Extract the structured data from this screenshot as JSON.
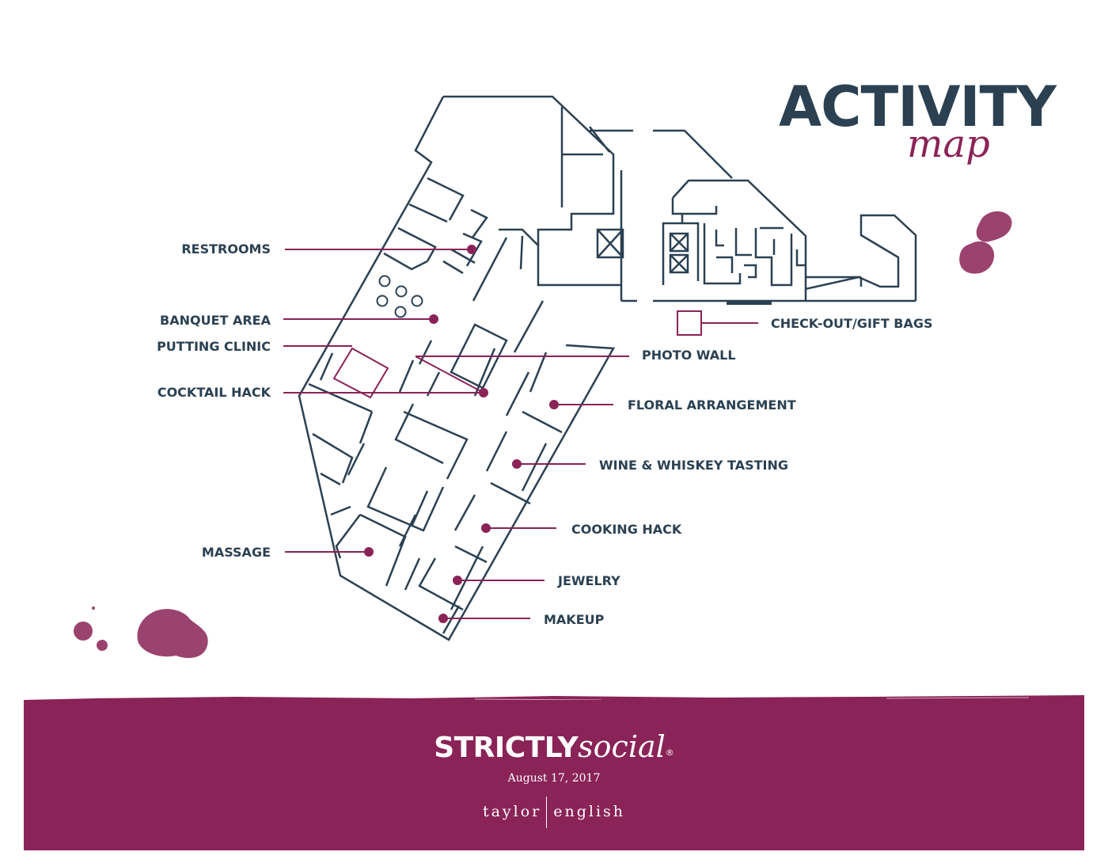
{
  "title": {
    "main": "ACTIVITY",
    "sub": "map"
  },
  "colors": {
    "navy": "#2b4152",
    "burgundy": "#8a2357"
  },
  "locations": {
    "restrooms": "RESTROOMS",
    "banquet": "BANQUET AREA",
    "putting": "PUTTING CLINIC",
    "cocktail": "COCKTAIL HACK",
    "massage": "MASSAGE",
    "checkout": "CHECK-OUT/GIFT BAGS",
    "photo": "PHOTO WALL",
    "floral": "FLORAL ARRANGEMENT",
    "wine": "WINE & WHISKEY TASTING",
    "cooking": "COOKING HACK",
    "jewelry": "JEWELRY",
    "makeup": "MAKEUP"
  },
  "footer": {
    "brand_strong": "STRICTLY",
    "brand_soft": "social",
    "brand_mark": "®",
    "date": "August 17, 2017",
    "partner_left": "taylor",
    "partner_right": "english"
  }
}
